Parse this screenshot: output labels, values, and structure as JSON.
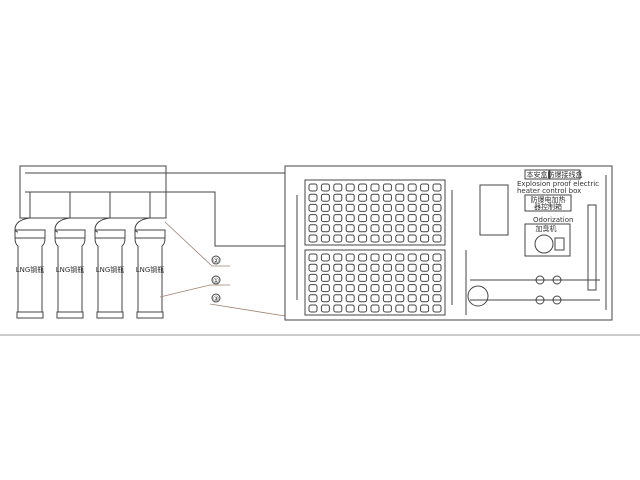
{
  "cylinder_label": "LNG钢瓶",
  "callouts": [
    "②",
    "①",
    "③"
  ],
  "labels": {
    "junction_box": [
      "本安盒",
      "防爆接线盒"
    ],
    "heater_box_en": [
      "Explosion proof electric",
      "heater control box"
    ],
    "heater_box_cn": [
      "防爆电加热",
      "器控制箱"
    ],
    "odorization_en": "Odorization",
    "odorization_cn": "加臭机"
  }
}
